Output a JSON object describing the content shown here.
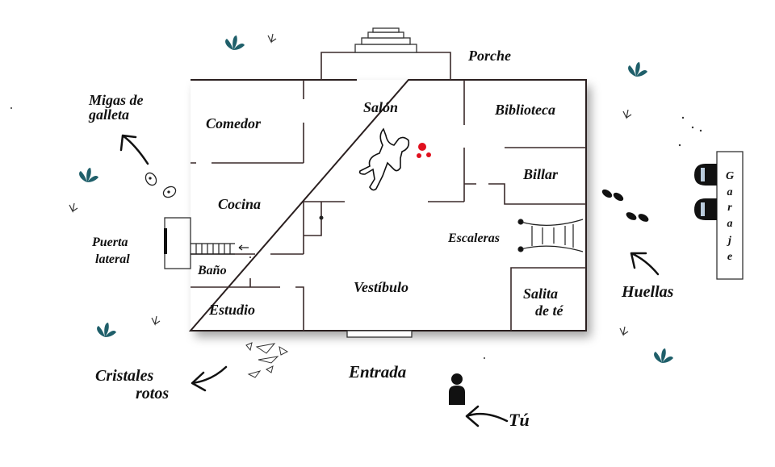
{
  "rooms": {
    "comedor": "Comedor",
    "salon": "Salón",
    "biblioteca": "Biblioteca",
    "billar": "Billar",
    "cocina": "Cocina",
    "escaleras": "Escaleras",
    "bano": "Baño",
    "vestibulo": "Vestíbulo",
    "estudio": "Estudio",
    "salita_1": "Salita",
    "salita_2": "de té"
  },
  "outside": {
    "porche": "Porche",
    "entrada": "Entrada",
    "garaje_letters": [
      "G",
      "a",
      "r",
      "a",
      "j",
      "e"
    ],
    "migas_1": "Migas de",
    "migas_2": "galleta",
    "puerta_1": "Puerta",
    "puerta_2": "lateral",
    "cristales_1": "Cristales",
    "cristales_2": "rotos",
    "huellas": "Huellas",
    "tu": "Tú"
  },
  "colors": {
    "plant": "#1f5f6a",
    "blood": "#e0101e",
    "wall": "#3a2a2a"
  }
}
